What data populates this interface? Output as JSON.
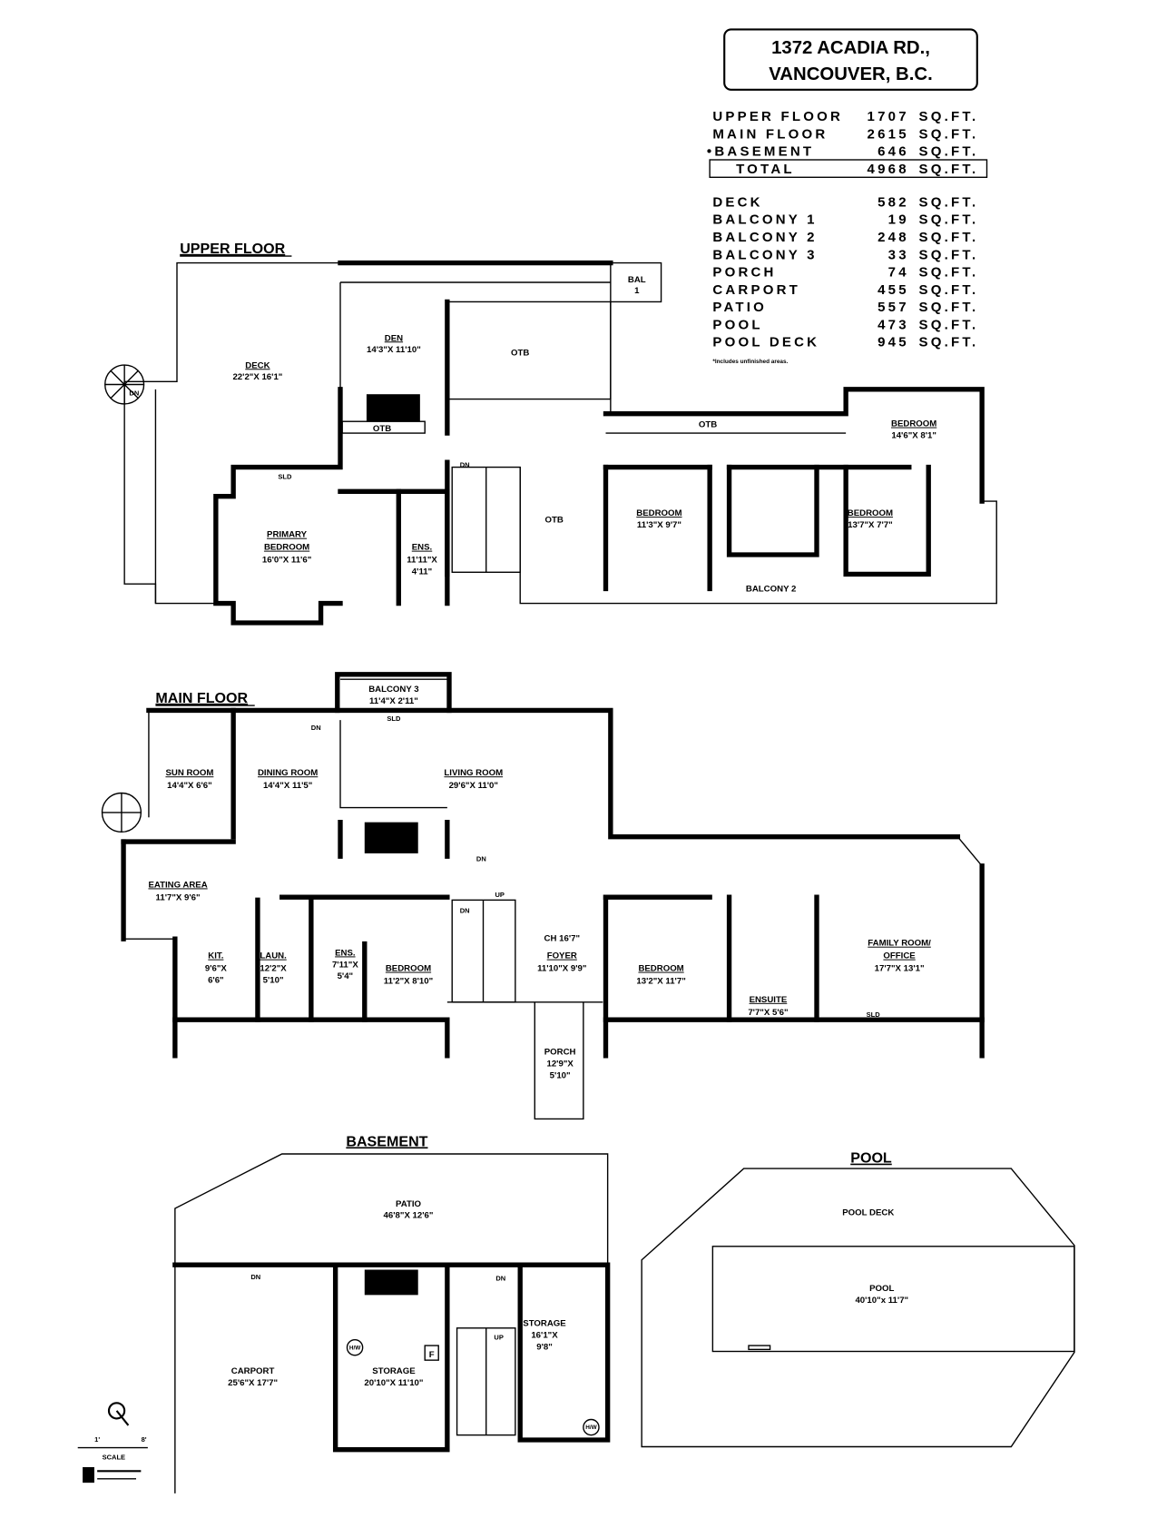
{
  "address": {
    "line1": "1372 ACADIA RD.,",
    "line2": "VANCOUVER, B.C."
  },
  "areas": {
    "unit": "SQ.FT.",
    "floors": [
      {
        "label": "UPPER FLOOR",
        "value": "1707"
      },
      {
        "label": "MAIN FLOOR",
        "value": "2615"
      },
      {
        "label": "•BASEMENT",
        "value": "646"
      }
    ],
    "total": {
      "label": "TOTAL",
      "value": "4968"
    },
    "exterior": [
      {
        "label": "DECK",
        "value": "582"
      },
      {
        "label": "BALCONY 1",
        "value": "19"
      },
      {
        "label": "BALCONY 2",
        "value": "248"
      },
      {
        "label": "BALCONY 3",
        "value": "33"
      },
      {
        "label": "PORCH",
        "value": "74"
      },
      {
        "label": "CARPORT",
        "value": "455"
      },
      {
        "label": "PATIO",
        "value": "557"
      },
      {
        "label": "POOL",
        "value": "473"
      },
      {
        "label": "POOL DECK",
        "value": "945"
      }
    ],
    "note": "*Includes unfinished areas."
  },
  "floors": {
    "upper": {
      "title": "UPPER FLOOR",
      "rooms": [
        {
          "name": "DECK",
          "dims": "22'2\"X 16'1\""
        },
        {
          "name": "DEN",
          "dims": "14'3\"X 11'10\""
        },
        {
          "name": "PRIMARY",
          "name2": "BEDROOM",
          "dims": "16'0\"X 11'6\""
        },
        {
          "name": "ENS.",
          "dims": "11'11\"X",
          "dims2": "4'11\""
        },
        {
          "name": "BEDROOM",
          "dims": "11'3\"X 9'7\""
        },
        {
          "name": "BEDROOM",
          "dims": "13'7\"X 7'7\""
        },
        {
          "name": "BEDROOM",
          "dims": "14'6\"X 8'1\""
        },
        {
          "name": "BALCONY 2"
        },
        {
          "name": "BAL",
          "dims": "1"
        }
      ],
      "labels": {
        "otb": "OTB",
        "sld": "SLD",
        "dn": "DN"
      }
    },
    "main": {
      "title": "MAIN FLOOR",
      "rooms": [
        {
          "name": "BALCONY 3",
          "dims": "11'4\"X 2'11\""
        },
        {
          "name": "SUN ROOM",
          "dims": "14'4\"X 6'6\""
        },
        {
          "name": "DINING ROOM",
          "dims": "14'4\"X 11'5\""
        },
        {
          "name": "LIVING ROOM",
          "dims": "29'6\"X 11'0\""
        },
        {
          "name": "EATING AREA",
          "dims": "11'7\"X 9'6\""
        },
        {
          "name": "KIT.",
          "dims": "9'6\"X",
          "dims2": "6'6\""
        },
        {
          "name": "LAUN.",
          "dims": "12'2\"X",
          "dims2": "5'10\""
        },
        {
          "name": "ENS.",
          "dims": "7'11\"X",
          "dims2": "5'4\""
        },
        {
          "name": "BEDROOM",
          "dims": "11'2\"X 8'10\""
        },
        {
          "name": "FOYER",
          "dims": "11'10\"X 9'9\"",
          "ceiling": "CH 16'7\""
        },
        {
          "name": "BEDROOM",
          "dims": "13'2\"X 11'7\""
        },
        {
          "name": "ENSUITE",
          "dims": "7'7\"X 5'6\""
        },
        {
          "name": "FAMILY ROOM/",
          "name2": "OFFICE",
          "dims": "17'7\"X 13'1\""
        },
        {
          "name": "PORCH",
          "dims": "12'9\"X",
          "dims2": "5'10\""
        }
      ],
      "labels": {
        "sld": "SLD",
        "dn": "DN",
        "up": "UP"
      }
    },
    "basement": {
      "title": "BASEMENT",
      "rooms": [
        {
          "name": "PATIO",
          "dims": "46'8\"X 12'6\""
        },
        {
          "name": "CARPORT",
          "dims": "25'6\"X 17'7\""
        },
        {
          "name": "STORAGE",
          "dims": "20'10\"X 11'10\""
        },
        {
          "name": "STORAGE",
          "dims": "16'1\"X",
          "dims2": "9'8\""
        }
      ],
      "labels": {
        "dn": "DN",
        "up": "UP",
        "hw": "H/W",
        "furnace": "F"
      }
    },
    "pool": {
      "title": "POOL",
      "rooms": [
        {
          "name": "POOL DECK"
        },
        {
          "name": "POOL",
          "dims": "40'10\"x 11'7\""
        }
      ]
    }
  },
  "scale": {
    "min": "1'",
    "max": "8'",
    "label": "SCALE"
  }
}
